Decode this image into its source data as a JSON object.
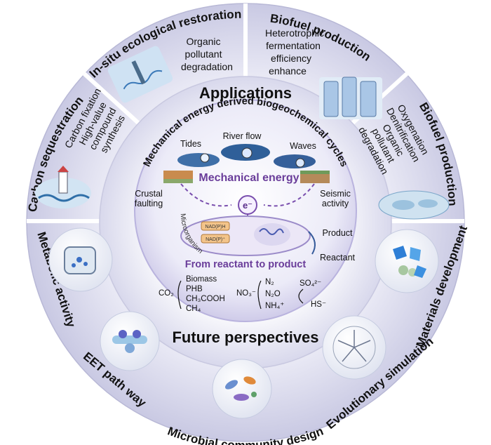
{
  "figure": {
    "applications_title": "Applications",
    "future_title": "Future perspectives",
    "core_title": "Mechanical energy derived biogeochemical cycles",
    "mechanical_energy": "Mechanical energy",
    "electron": "e⁻",
    "microorganism": "Microorganism",
    "from_reactant": "From reactant to product",
    "product": "Product",
    "reactant": "Reactant",
    "nadh": "NAD(P)H",
    "nadp": "NAD(P)⁺"
  },
  "energy_sources": {
    "tides": "Tides",
    "river_flow": "River flow",
    "waves": "Waves",
    "crustal_faulting_1": "Crustal",
    "crustal_faulting_2": "faulting",
    "seismic_1": "Seismic",
    "seismic_2": "activity"
  },
  "applications": [
    {
      "title": "In-situ ecological restoration",
      "lines": [
        "Organic",
        "pollutant",
        "degradation"
      ]
    },
    {
      "title": "Biofuel production",
      "lines": [
        "Heterotrophic",
        "fermentation",
        "efficiency",
        "enhance"
      ]
    },
    {
      "title": "Biofuel production",
      "lines": [
        "Oxygenation",
        "Denitrification",
        "Organic",
        "pollutant",
        "degradation"
      ]
    },
    {
      "title": "Carbon sequestration",
      "lines": [
        "Carbon fixation",
        "High-value",
        "compound",
        "synthesis"
      ]
    }
  ],
  "future": [
    {
      "title": "Metabolic activity"
    },
    {
      "title": "EET path way"
    },
    {
      "title": "Microbial community design"
    },
    {
      "title": "Evolutionary simulation"
    },
    {
      "title": "Materials development"
    }
  ],
  "chemistry": {
    "co2": "CO₂",
    "products_c": [
      "Biomass",
      "PHB",
      "CH₃COOH",
      "CH₄"
    ],
    "no3": "NO₃⁻",
    "products_n": [
      "N₂",
      "N₂O",
      "NH₄⁺"
    ],
    "so4": "SO₄²⁻",
    "hs": "HS⁻"
  },
  "colors": {
    "outer_ring": "#dcdcef",
    "inner_ring": "#ebebf7",
    "core": "#d9d5ee",
    "accent_purple": "#6a3d9a",
    "divider": "#ffffff"
  }
}
